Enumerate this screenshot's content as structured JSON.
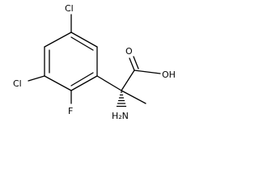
{
  "colors": {
    "bond": "#000000",
    "label": "#000000",
    "background": "#ffffff"
  },
  "labels": {
    "cl_top": "Cl",
    "cl_left": "Cl",
    "f": "F",
    "o": "O",
    "oh": "OH",
    "nh2": "H₂N"
  }
}
